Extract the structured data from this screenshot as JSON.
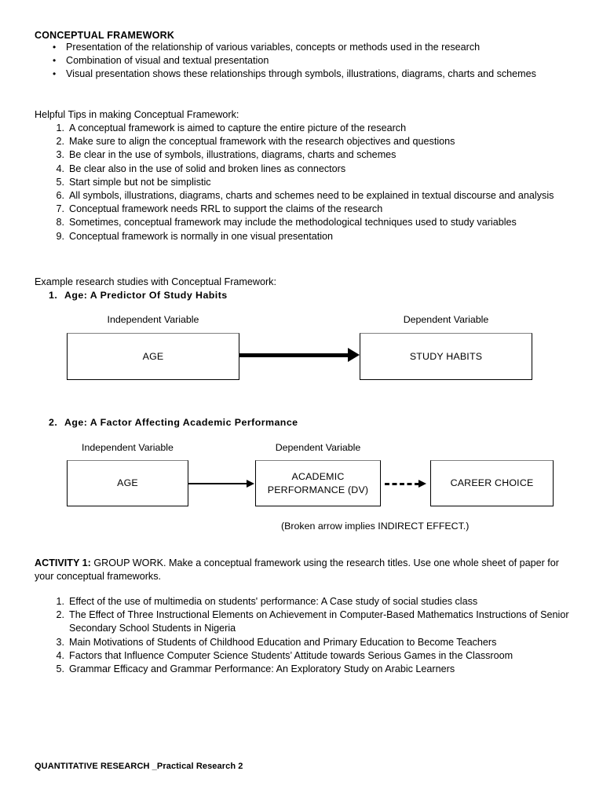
{
  "document": {
    "title": "CONCEPTUAL FRAMEWORK",
    "bullets": [
      "Presentation of the relationship of various variables, concepts or methods used in the research",
      "Combination of visual and textual presentation",
      "Visual presentation shows these relationships through symbols, illustrations, diagrams, charts and schemes"
    ],
    "tips_intro": "Helpful Tips in making Conceptual Framework:",
    "tips": [
      "A conceptual framework is aimed to capture the entire picture of the research",
      "Make sure to align the conceptual framework with the research objectives and questions",
      "Be clear in the use of symbols, illustrations, diagrams, charts and schemes",
      "Be clear also in the use of solid and broken lines as connectors",
      "Start simple but not be simplistic",
      "All symbols, illustrations, diagrams, charts and schemes need to be explained in textual discourse and analysis",
      "Conceptual framework needs RRL to support the claims of the research",
      "Sometimes, conceptual framework may include the methodological techniques used to study variables",
      "Conceptual framework is normally in one visual presentation"
    ],
    "examples_intro": "Example research studies with Conceptual Framework:"
  },
  "example1": {
    "number": "1.",
    "heading": "Age: A Predictor Of Study Habits",
    "independent_label": "Independent Variable",
    "dependent_label": "Dependent Variable",
    "node_independent": "AGE",
    "node_dependent": "STUDY HABITS",
    "connector": "thick-solid-arrow"
  },
  "example2": {
    "number": "2.",
    "heading": "Age: A Factor Affecting Academic Performance",
    "independent_label": "Independent Variable",
    "dependent_label": "Dependent Variable",
    "node_independent": "AGE",
    "node_dependent_line1": "ACADEMIC",
    "node_dependent_line2": "PERFORMANCE (DV)",
    "node_outcome": "CAREER CHOICE",
    "connector_1": "thin-solid-arrow",
    "connector_2": "dashed-arrow",
    "caption": "(Broken arrow implies INDIRECT EFFECT.)"
  },
  "activity": {
    "label": "ACTIVITY 1:",
    "instructions": " GROUP WORK. Make a conceptual framework using the research titles. Use one whole sheet of paper for your conceptual frameworks.",
    "titles": [
      "Effect of the use of multimedia on students' performance: A Case study of social studies class",
      "The Effect of Three Instructional Elements on Achievement in Computer-Based Mathematics Instructions of Senior Secondary School Students in Nigeria",
      "Main Motivations of Students of Childhood Education and Primary Education to Become Teachers",
      "Factors that Influence Computer Science Students’ Attitude towards Serious Games in the Classroom",
      "Grammar Efficacy and Grammar Performance: An Exploratory Study on Arabic Learners"
    ]
  },
  "footer": {
    "text": "QUANTITATIVE RESEARCH _Practical Research 2"
  }
}
